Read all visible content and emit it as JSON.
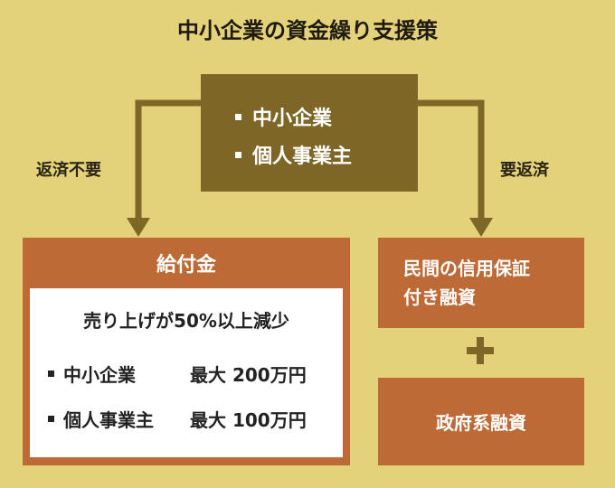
{
  "title": "中小企業の資金繰り支援策",
  "top_box": {
    "items": [
      "中小企業",
      "個人事業主"
    ]
  },
  "edge_labels": {
    "left": "返済不要",
    "right": "要返済"
  },
  "grant": {
    "title": "給付金",
    "condition": "売り上げが50%以上減少",
    "items": [
      {
        "name": "中小企業",
        "max": "最大 200万円"
      },
      {
        "name": "個人事業主",
        "max": "最大 100万円"
      }
    ]
  },
  "loans": [
    {
      "line1": "民間の信用保証",
      "line2": "付き融資"
    },
    {
      "line1": "政府系融資"
    }
  ],
  "colors": {
    "background": "#e3d27a",
    "dark_box": "#7d6626",
    "orange_box": "#bd6a36"
  }
}
